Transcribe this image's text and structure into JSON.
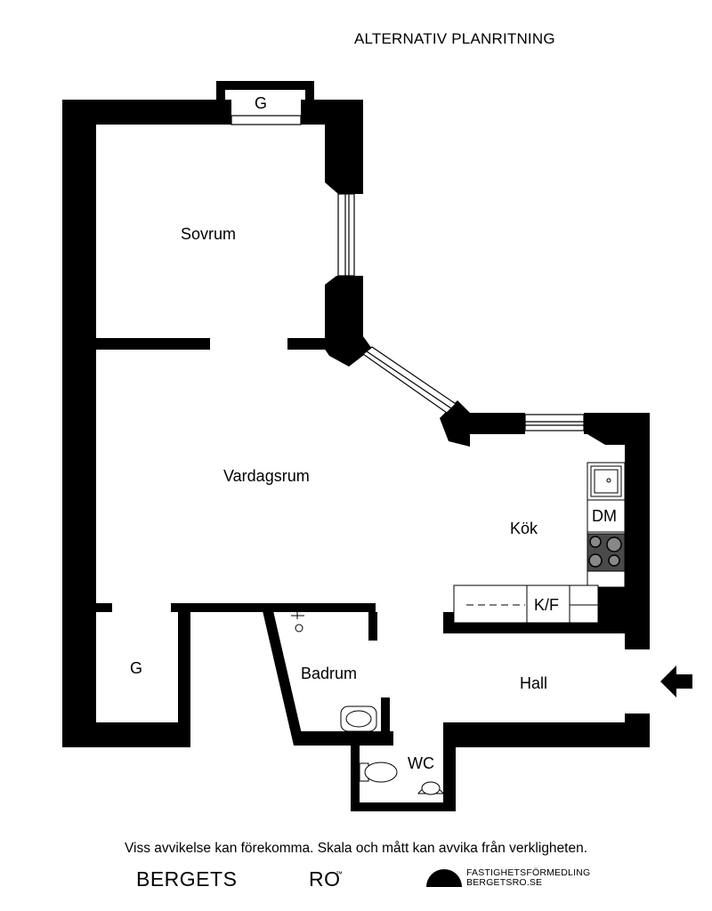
{
  "title": "ALTERNATIV PLANRITNING",
  "rooms": {
    "storage_top": "G",
    "bedroom": "Sovrum",
    "living": "Vardagsrum",
    "kitchen": "Kök",
    "dishwasher": "DM",
    "fridge_freezer": "K/F",
    "storage_left": "G",
    "bathroom": "Badrum",
    "hall": "Hall",
    "wc": "WC"
  },
  "disclaimer": "Viss avvikelse kan förekomma. Skala och mått kan avvika från verkligheten.",
  "brand": {
    "name_part1": "BERGETS",
    "name_part2": "RO",
    "trademark": "™",
    "tagline_line1": "FASTIGHETSFÖRMEDLING",
    "tagline_line2": "BERGETSRO.SE"
  },
  "colors": {
    "wall": "#000000",
    "background": "#ffffff",
    "stove": "#4a4a4a"
  }
}
